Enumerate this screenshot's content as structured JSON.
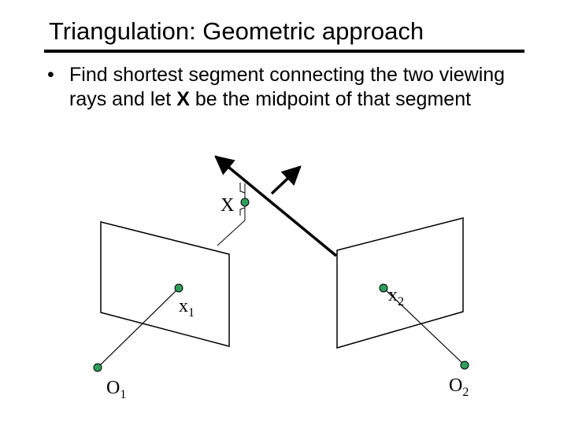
{
  "slide": {
    "title": "Triangulation: Geometric approach",
    "bullet_marker": "•",
    "bullet_part1": "Find shortest segment connecting the two viewing rays and let ",
    "bullet_bold": "X",
    "bullet_part2": " be the midpoint of that segment"
  },
  "diagram": {
    "point_X": "X",
    "point_x1": "x",
    "point_x1_sub": "1",
    "point_x2": "x",
    "point_x2_sub": "2",
    "point_O1": "O",
    "point_O1_sub": "1",
    "point_O2": "O",
    "point_O2_sub": "2"
  },
  "colors": {
    "point_fill": "#2e9e5a",
    "line": "#000000"
  }
}
